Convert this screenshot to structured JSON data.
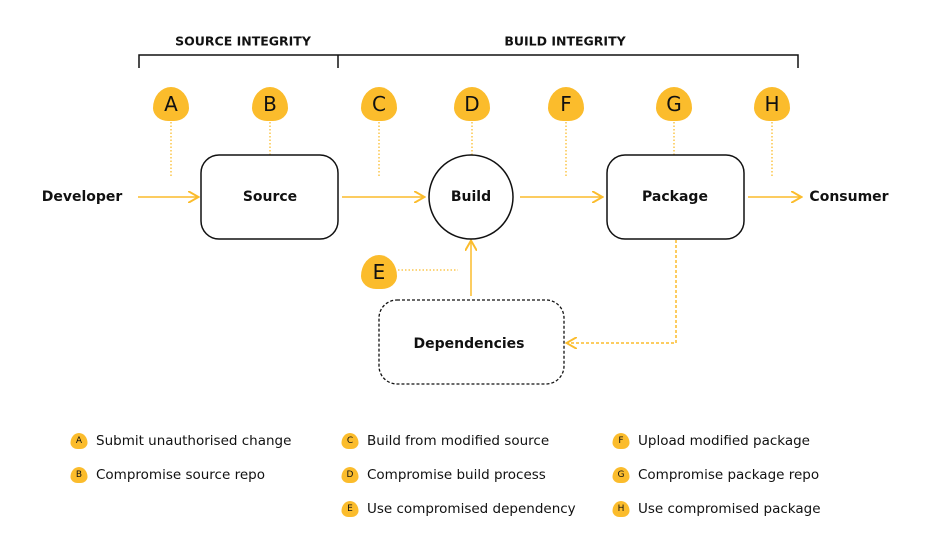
{
  "headers": {
    "source": "SOURCE INTEGRITY",
    "build": "BUILD INTEGRITY"
  },
  "nodes": {
    "developer": "Developer",
    "source": "Source",
    "build": "Build",
    "package": "Package",
    "consumer": "Consumer",
    "dependencies": "Dependencies"
  },
  "badges": [
    "A",
    "B",
    "C",
    "D",
    "E",
    "F",
    "G",
    "H"
  ],
  "legend": [
    {
      "letter": "A",
      "text": "Submit unauthorised change"
    },
    {
      "letter": "B",
      "text": "Compromise source repo"
    },
    {
      "letter": "C",
      "text": "Build from modified source"
    },
    {
      "letter": "D",
      "text": "Compromise build process"
    },
    {
      "letter": "E",
      "text": "Use compromised dependency"
    },
    {
      "letter": "F",
      "text": "Upload modified package"
    },
    {
      "letter": "G",
      "text": "Compromise package repo"
    },
    {
      "letter": "H",
      "text": "Use compromised package"
    }
  ],
  "colors": {
    "accent": "#fbbc2c",
    "line": "#111111"
  }
}
